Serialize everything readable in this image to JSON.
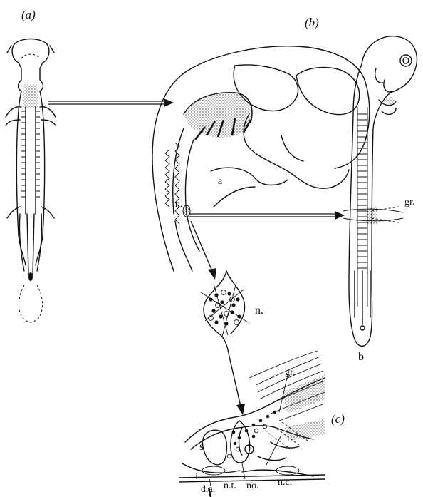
{
  "panels": {
    "a": "(a)",
    "b": "(b)",
    "c": "(c)"
  },
  "labels": {
    "a_body": "a",
    "b_body": "b",
    "n_node": "n.",
    "n_inset": "n.",
    "gr_b": "gr.",
    "gr_c": "gr.",
    "s": "s",
    "da": "d.a.",
    "nt": "n.t.",
    "no": "no.",
    "nc": "n.c."
  }
}
